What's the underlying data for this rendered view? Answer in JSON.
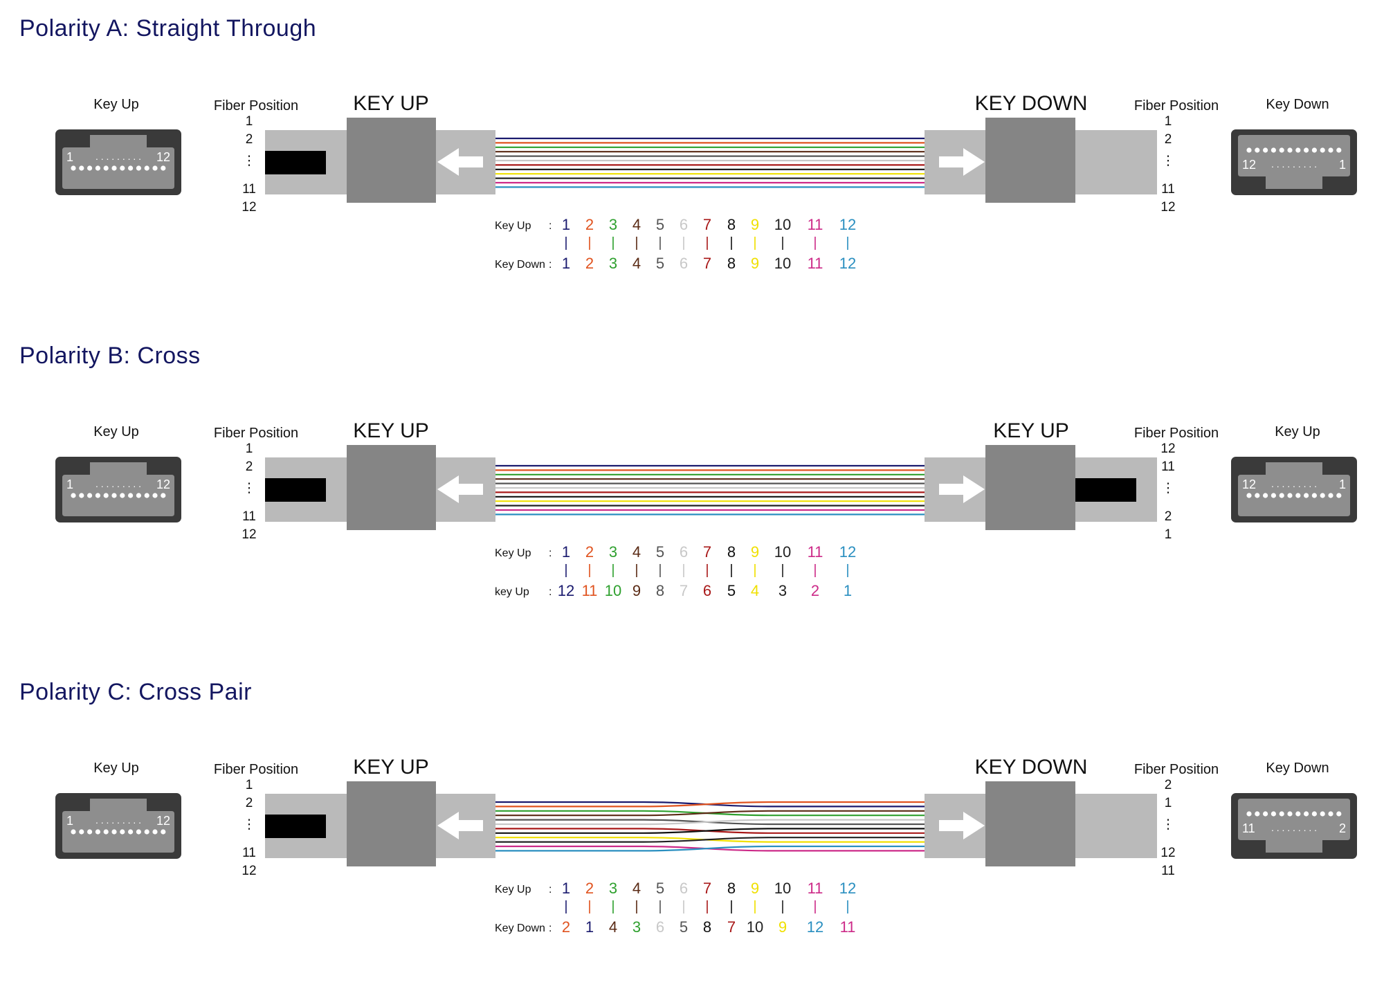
{
  "colors": {
    "title": "#131660",
    "boot": "#bababa",
    "housing": "#858585",
    "insert": "#000000",
    "connector_outer": "#3a3a3a",
    "connector_inner": "#8e8e8e",
    "fibers": [
      "#1a1a6e",
      "#e0531f",
      "#2ea02e",
      "#5a2a14",
      "#555555",
      "#c8c8c8",
      "#a81818",
      "#111111",
      "#f0e000",
      "#222222",
      "#cc2a88",
      "#2a8fc0"
    ]
  },
  "sections": [
    {
      "title": "Polarity A: Straight Through",
      "left_connector_label": "Key Up",
      "left_fiber_label": "Fiber Position",
      "left_key_label": "KEY UP",
      "right_key_label": "KEY DOWN",
      "right_fiber_label": "Fiber Position",
      "right_connector_label": "Key Down",
      "left_positions": [
        "1",
        "2",
        "⋮",
        "11",
        "12"
      ],
      "right_positions": [
        "1",
        "2",
        "⋮",
        "11",
        "12"
      ],
      "left_face": {
        "orientation": "up",
        "first": "1",
        "dots": ". . . . . . . . .",
        "last": "12"
      },
      "right_face": {
        "orientation": "down",
        "first": "12",
        "dots": ". . . . . . . . .",
        "last": "1"
      },
      "right_has_insert": false,
      "mapping_top_label": "Key Up",
      "mapping_bottom_label": "Key Down",
      "mapping_top": [
        "1",
        "2",
        "3",
        "4",
        "5",
        "6",
        "7",
        "8",
        "9",
        "10",
        "11",
        "12"
      ],
      "mapping_bottom": [
        "1",
        "2",
        "3",
        "4",
        "5",
        "6",
        "7",
        "8",
        "9",
        "10",
        "11",
        "12"
      ],
      "bar": "|",
      "crossing": [
        1,
        2,
        3,
        4,
        5,
        6,
        7,
        8,
        9,
        10,
        11,
        12
      ]
    },
    {
      "title": "Polarity B: Cross",
      "left_connector_label": "Key Up",
      "left_fiber_label": "Fiber Position",
      "left_key_label": "KEY UP",
      "right_key_label": "KEY UP",
      "right_fiber_label": "Fiber Position",
      "right_connector_label": "Key Up",
      "left_positions": [
        "1",
        "2",
        "⋮",
        "11",
        "12"
      ],
      "right_positions": [
        "12",
        "11",
        "⋮",
        "2",
        "1"
      ],
      "left_face": {
        "orientation": "up",
        "first": "1",
        "dots": ". . . . . . . . .",
        "last": "12"
      },
      "right_face": {
        "orientation": "up",
        "first": "12",
        "dots": ". . . . . . . . .",
        "last": "1"
      },
      "right_has_insert": true,
      "mapping_top_label": "Key Up",
      "mapping_bottom_label": "key Up",
      "mapping_top": [
        "1",
        "2",
        "3",
        "4",
        "5",
        "6",
        "7",
        "8",
        "9",
        "10",
        "11",
        "12"
      ],
      "mapping_bottom": [
        "12",
        "11",
        "10",
        "9",
        "8",
        "7",
        "6",
        "5",
        "4",
        "3",
        "2",
        "1"
      ],
      "bar": "|",
      "crossing": [
        1,
        2,
        3,
        4,
        5,
        6,
        7,
        8,
        9,
        10,
        11,
        12
      ]
    },
    {
      "title": "Polarity C: Cross Pair",
      "left_connector_label": "Key Up",
      "left_fiber_label": "Fiber Position",
      "left_key_label": "KEY UP",
      "right_key_label": "KEY DOWN",
      "right_fiber_label": "Fiber Position",
      "right_connector_label": "Key Down",
      "left_positions": [
        "1",
        "2",
        "⋮",
        "11",
        "12"
      ],
      "right_positions": [
        "2",
        "1",
        "⋮",
        "12",
        "11"
      ],
      "left_face": {
        "orientation": "up",
        "first": "1",
        "dots": ". . . . . . . . .",
        "last": "12"
      },
      "right_face": {
        "orientation": "down",
        "first": "11",
        "dots": ". . . . . . . . .",
        "last": "2"
      },
      "right_has_insert": false,
      "mapping_top_label": "Key Up",
      "mapping_bottom_label": "Key Down",
      "mapping_top": [
        "1",
        "2",
        "3",
        "4",
        "5",
        "6",
        "7",
        "8",
        "9",
        "10",
        "11",
        "12"
      ],
      "mapping_bottom": [
        "2",
        "1",
        "4",
        "3",
        "6",
        "5",
        "8",
        "7",
        "10",
        "9",
        "12",
        "11"
      ],
      "bar": "|",
      "crossing": [
        2,
        1,
        4,
        3,
        6,
        5,
        8,
        7,
        10,
        9,
        12,
        11
      ]
    }
  ]
}
